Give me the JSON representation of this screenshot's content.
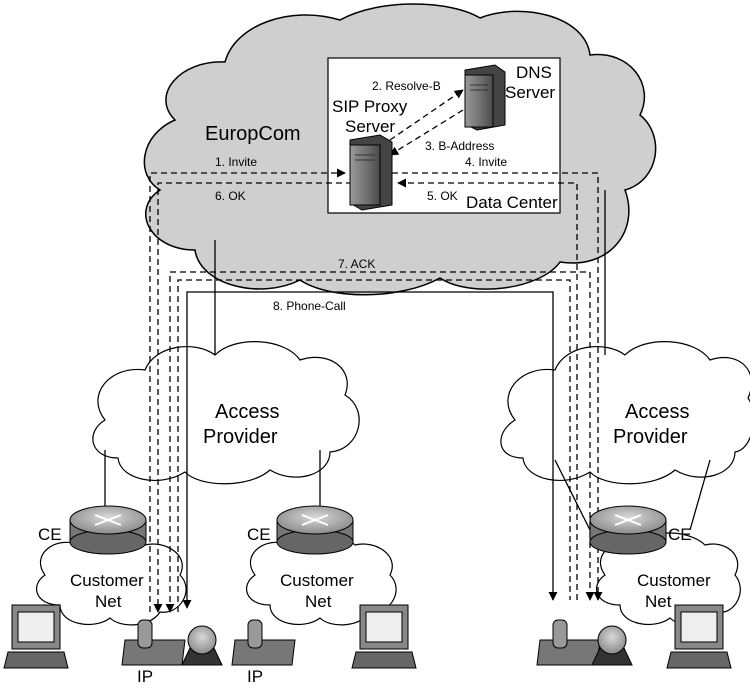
{
  "europcom": {
    "name": "EuropCom"
  },
  "datacenter": {
    "label": "Data Center",
    "sip_line1": "SIP Proxy",
    "sip_line2": "Server",
    "dns_line1": "DNS",
    "dns_line2": "Server"
  },
  "access_left": {
    "line1": "Access",
    "line2": "Provider"
  },
  "access_right": {
    "line1": "Access",
    "line2": "Provider"
  },
  "ce_labels": [
    "CE",
    "CE",
    "CE"
  ],
  "customer_nets": [
    {
      "line1": "Customer",
      "line2": "Net"
    },
    {
      "line1": "Customer",
      "line2": "Net"
    },
    {
      "line1": "Customer",
      "line2": "Net"
    }
  ],
  "ip_labels": [
    "IP",
    "IP"
  ],
  "messages": {
    "m1": "1. Invite",
    "m2": "2. Resolve-B",
    "m3": "3. B-Address",
    "m4": "4. Invite",
    "m5": "5. OK",
    "m6": "6. OK",
    "m7": "7. ACK",
    "m8": "8. Phone-Call"
  }
}
